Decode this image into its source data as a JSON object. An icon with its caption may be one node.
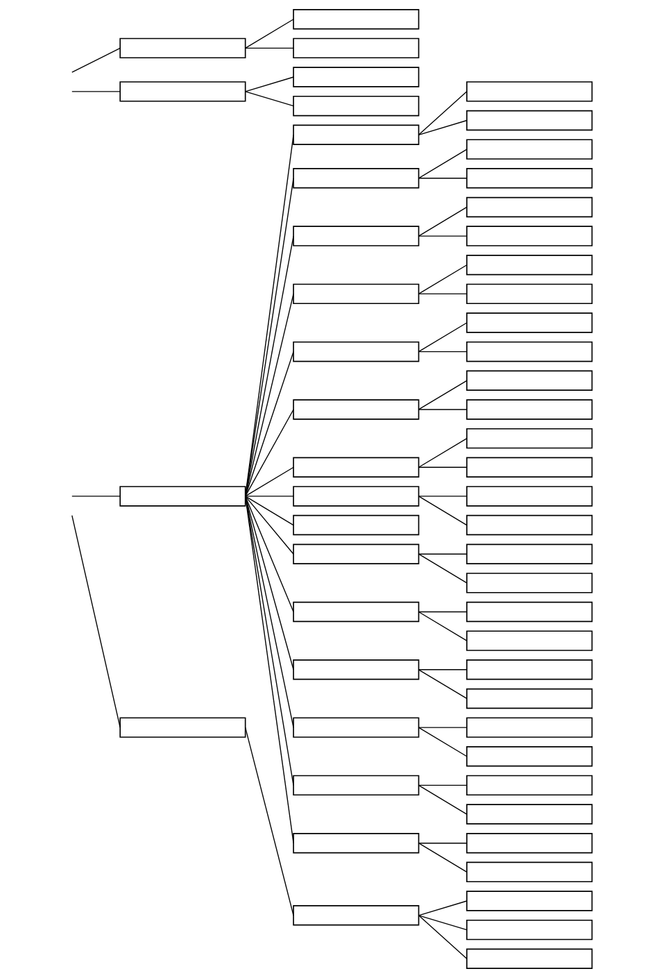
{
  "diagram": {
    "nodes": [
      {
        "text": [],
        "shape": "box"
      },
      {
        "text": [],
        "shape": "box"
      },
      {
        "text": [],
        "shape": "box"
      },
      {
        "text": [],
        "shape": "box"
      },
      {
        "text": [],
        "shape": "box"
      },
      {
        "text": [],
        "shape": "box"
      },
      {
        "text": [],
        "shape": "box"
      },
      {
        "text": [],
        "shape": "box"
      },
      {
        "text": [],
        "shape": "box"
      },
      {
        "text": [],
        "shape": "box"
      },
      {
        "text": [],
        "shape": "box"
      },
      {
        "text": [],
        "shape": "box"
      },
      {
        "text": [],
        "shape": "box"
      },
      {
        "text": [],
        "shape": "box"
      },
      {
        "text": [],
        "shape": "box"
      },
      {
        "text": [],
        "shape": "box"
      },
      {
        "text": [],
        "shape": "box"
      },
      {
        "text": [],
        "shape": "box"
      },
      {
        "text": [],
        "shape": "box"
      },
      {
        "text": [],
        "shape": "box"
      },
      {
        "text": [],
        "shape": "box"
      },
      {
        "text": [],
        "shape": "box"
      },
      {
        "text": [],
        "shape": "box"
      },
      {
        "text": [],
        "shape": "box"
      },
      {
        "text": [],
        "shape": "box"
      },
      {
        "text": [],
        "shape": "box"
      },
      {
        "text": [],
        "shape": "box"
      },
      {
        "text": [],
        "shape": "box"
      },
      {
        "text": [],
        "shape": "box"
      },
      {
        "text": [],
        "shape": "box"
      },
      {
        "text": [],
        "shape": "box"
      },
      {
        "text": [],
        "shape": "box"
      },
      {
        "text": [],
        "shape": "box"
      },
      {
        "text": [],
        "shape": "box"
      },
      {
        "text": [],
        "shape": "box"
      },
      {
        "text": [],
        "shape": "box"
      },
      {
        "text": [],
        "shape": "box"
      },
      {
        "text": [],
        "shape": "box"
      },
      {
        "text": [],
        "shape": "box"
      },
      {
        "text": [],
        "shape": "box"
      },
      {
        "text": [],
        "shape": "box"
      },
      {
        "text": [],
        "shape": "box"
      },
      {
        "text": [],
        "shape": "box"
      },
      {
        "text": [],
        "shape": "box"
      },
      {
        "text": [],
        "shape": "box"
      },
      {
        "text": [],
        "shape": "box"
      },
      {
        "text": [],
        "shape": "box"
      },
      {
        "text": [],
        "shape": "box"
      },
      {
        "text": [],
        "shape": "box"
      },
      {
        "text": [],
        "shape": "box"
      },
      {
        "text": [],
        "shape": "box"
      },
      {
        "text": [],
        "shape": "box"
      },
      {
        "text": [],
        "shape": "box"
      },
      {
        "text": [],
        "shape": "box"
      },
      {
        "text": [],
        "shape": "box"
      }
    ],
    "edges": [
      {
        "from": null,
        "to": 0,
        "arrow": "none"
      },
      {
        "from": 0,
        "to": 1,
        "arrow": "none"
      },
      {
        "from": 0,
        "to": 2,
        "arrow": "none"
      },
      {
        "from": null,
        "to": 3,
        "arrow": "none"
      },
      {
        "from": 3,
        "to": 4,
        "arrow": "none"
      },
      {
        "from": 3,
        "to": 5,
        "arrow": "none"
      },
      {
        "from": null,
        "to": 6,
        "arrow": "none"
      },
      {
        "from": 6,
        "to": 7,
        "arrow": "none"
      },
      {
        "from": 7,
        "to": 8,
        "arrow": "none"
      },
      {
        "from": 7,
        "to": 9,
        "arrow": "none"
      },
      {
        "from": 6,
        "to": 10,
        "arrow": "none"
      },
      {
        "from": 10,
        "to": 11,
        "arrow": "none"
      },
      {
        "from": 10,
        "to": 12,
        "arrow": "none"
      },
      {
        "from": 6,
        "to": 13,
        "arrow": "none"
      },
      {
        "from": 13,
        "to": 14,
        "arrow": "none"
      },
      {
        "from": 13,
        "to": 15,
        "arrow": "none"
      },
      {
        "from": 6,
        "to": 16,
        "arrow": "none"
      },
      {
        "from": 16,
        "to": 17,
        "arrow": "none"
      },
      {
        "from": 16,
        "to": 18,
        "arrow": "none"
      },
      {
        "from": 6,
        "to": 19,
        "arrow": "none"
      },
      {
        "from": 19,
        "to": 20,
        "arrow": "none"
      },
      {
        "from": 19,
        "to": 21,
        "arrow": "none"
      },
      {
        "from": 6,
        "to": 22,
        "arrow": "none"
      },
      {
        "from": 22,
        "to": 23,
        "arrow": "none"
      },
      {
        "from": 22,
        "to": 24,
        "arrow": "none"
      },
      {
        "from": 6,
        "to": 25,
        "arrow": "none"
      },
      {
        "from": 25,
        "to": 26,
        "arrow": "none"
      },
      {
        "from": 25,
        "to": 27,
        "arrow": "none"
      },
      {
        "from": 6,
        "to": 28,
        "arrow": "none"
      },
      {
        "from": 28,
        "to": 29,
        "arrow": "none"
      },
      {
        "from": 28,
        "to": 30,
        "arrow": "none"
      },
      {
        "from": 6,
        "to": 31,
        "arrow": "none"
      },
      {
        "from": 6,
        "to": 32,
        "arrow": "none"
      },
      {
        "from": 32,
        "to": 33,
        "arrow": "none"
      },
      {
        "from": 32,
        "to": 34,
        "arrow": "none"
      },
      {
        "from": 6,
        "to": 35,
        "arrow": "none"
      },
      {
        "from": 35,
        "to": 36,
        "arrow": "none"
      },
      {
        "from": 35,
        "to": 37,
        "arrow": "none"
      },
      {
        "from": 6,
        "to": 38,
        "arrow": "none"
      },
      {
        "from": 38,
        "to": 39,
        "arrow": "none"
      },
      {
        "from": 38,
        "to": 40,
        "arrow": "none"
      },
      {
        "from": 6,
        "to": 41,
        "arrow": "none"
      },
      {
        "from": 41,
        "to": 42,
        "arrow": "none"
      },
      {
        "from": 41,
        "to": 43,
        "arrow": "none"
      },
      {
        "from": 6,
        "to": 44,
        "arrow": "none"
      },
      {
        "from": 44,
        "to": 45,
        "arrow": "none"
      },
      {
        "from": 44,
        "to": 46,
        "arrow": "none"
      },
      {
        "from": 6,
        "to": 47,
        "arrow": "none"
      },
      {
        "from": 47,
        "to": 48,
        "arrow": "none"
      },
      {
        "from": 47,
        "to": 49,
        "arrow": "none"
      },
      {
        "from": null,
        "to": 50,
        "arrow": "none"
      },
      {
        "from": 50,
        "to": 51,
        "arrow": "none"
      },
      {
        "from": 51,
        "to": 52,
        "arrow": "none"
      },
      {
        "from": 51,
        "to": 53,
        "arrow": "none"
      },
      {
        "from": 51,
        "to": 54,
        "arrow": "none"
      }
    ]
  }
}
